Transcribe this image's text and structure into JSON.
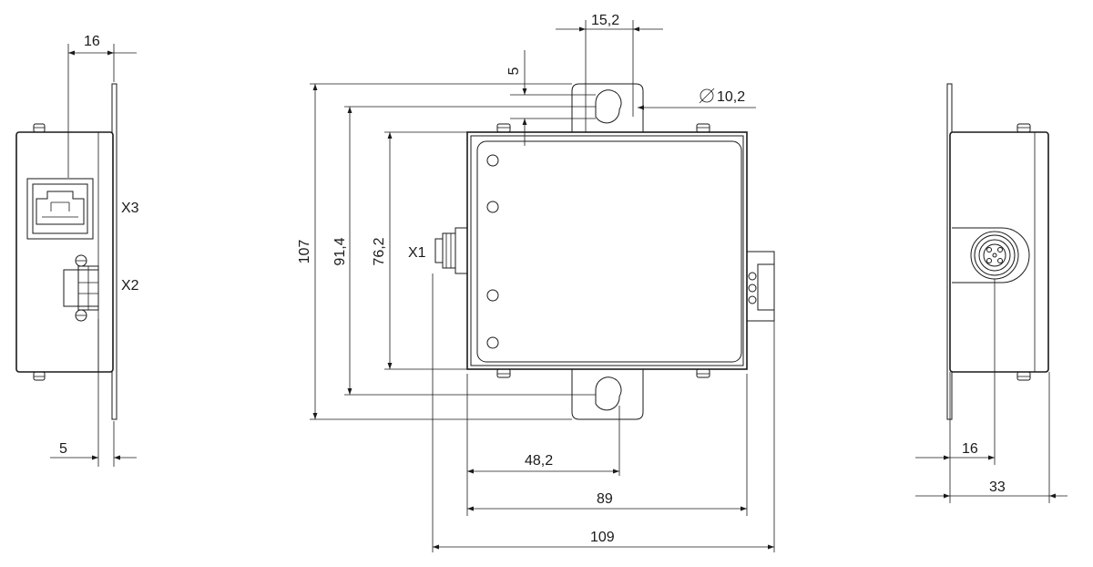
{
  "connectors": {
    "x1": "X1",
    "x2": "X2",
    "x3": "X3"
  },
  "dimensions": {
    "left_top_width": "16",
    "left_bottom_offset": "5",
    "top_slot_width": "15,2",
    "top_offset": "5",
    "hole_diameter": "10,2",
    "height_overall": "107",
    "height_holes": "91,4",
    "height_body": "76,2",
    "hole_position": "48,2",
    "width_body": "89",
    "width_overall": "109",
    "right_connector_offset": "16",
    "right_depth": "33"
  },
  "icons": {
    "diameter": "diameter-symbol"
  }
}
